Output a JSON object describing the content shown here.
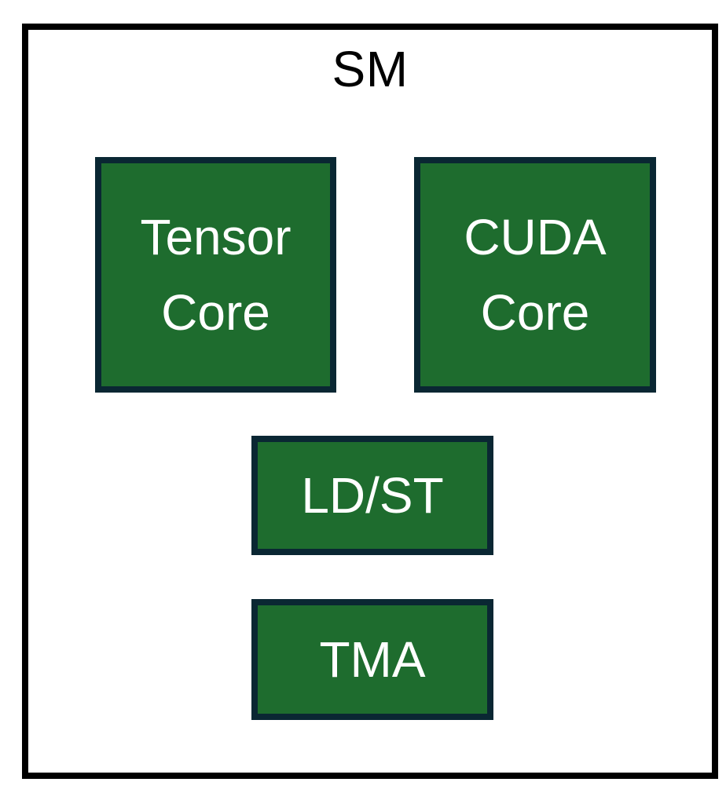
{
  "diagram": {
    "title": "SM",
    "blocks": [
      {
        "id": "tensor-core",
        "label": "Tensor Core"
      },
      {
        "id": "cuda-core",
        "label": "CUDA Core"
      },
      {
        "id": "ld-st",
        "label": "LD/ST"
      },
      {
        "id": "tma",
        "label": "TMA"
      }
    ],
    "colors": {
      "background": "#ffffff",
      "outer_border": "#000000",
      "title_text": "#000000",
      "block_fill": "#1e6c2e",
      "block_border": "#0a2733",
      "block_text": "#ffffff"
    }
  }
}
